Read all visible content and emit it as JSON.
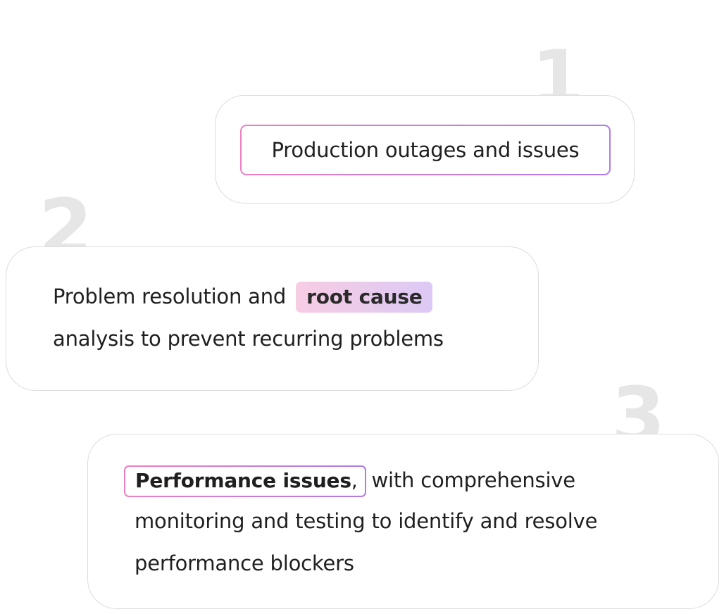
{
  "steps": [
    {
      "number": "1",
      "text": "Production outages and issues"
    },
    {
      "number": "2",
      "text_before": "Problem resolution and",
      "highlight": "root cause",
      "text_after": "analysis to prevent recurring problems"
    },
    {
      "number": "3",
      "highlight": "Performance issues",
      "highlight_suffix": ",",
      "line1_rest": "with comprehensive",
      "line2": "monitoring and testing to identify and resolve",
      "line3": "performance blockers"
    }
  ],
  "colors": {
    "number": "#e6e6e6",
    "card_border": "#dcdcdc",
    "gradient_pink": "#ec7fc1",
    "gradient_purple": "#b07ae8",
    "fill_pink": "#f7cde3",
    "fill_purple": "#dcc9f5"
  }
}
